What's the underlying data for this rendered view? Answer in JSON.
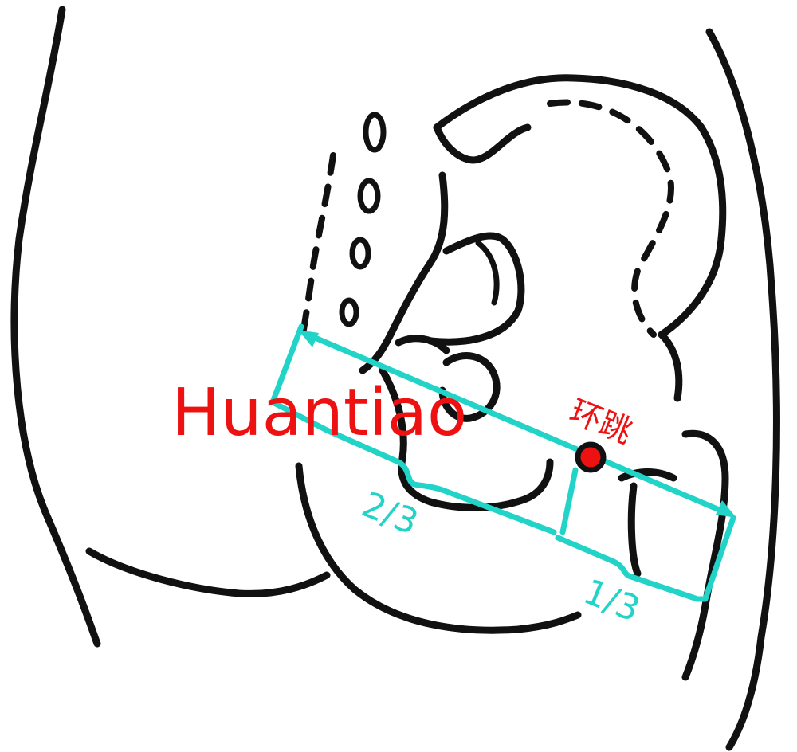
{
  "labels": {
    "name_en": "Huantiao",
    "name_cn": "环跳",
    "fraction_medial": "2/3",
    "fraction_lateral": "1/3"
  },
  "colors": {
    "label": "#ee1111",
    "measure": "#22d3c8",
    "ink": "#111111",
    "point_fill": "#ee1111"
  },
  "icons": {
    "acupoint": "acupoint-dot-icon",
    "arrow": "double-arrow-icon"
  }
}
